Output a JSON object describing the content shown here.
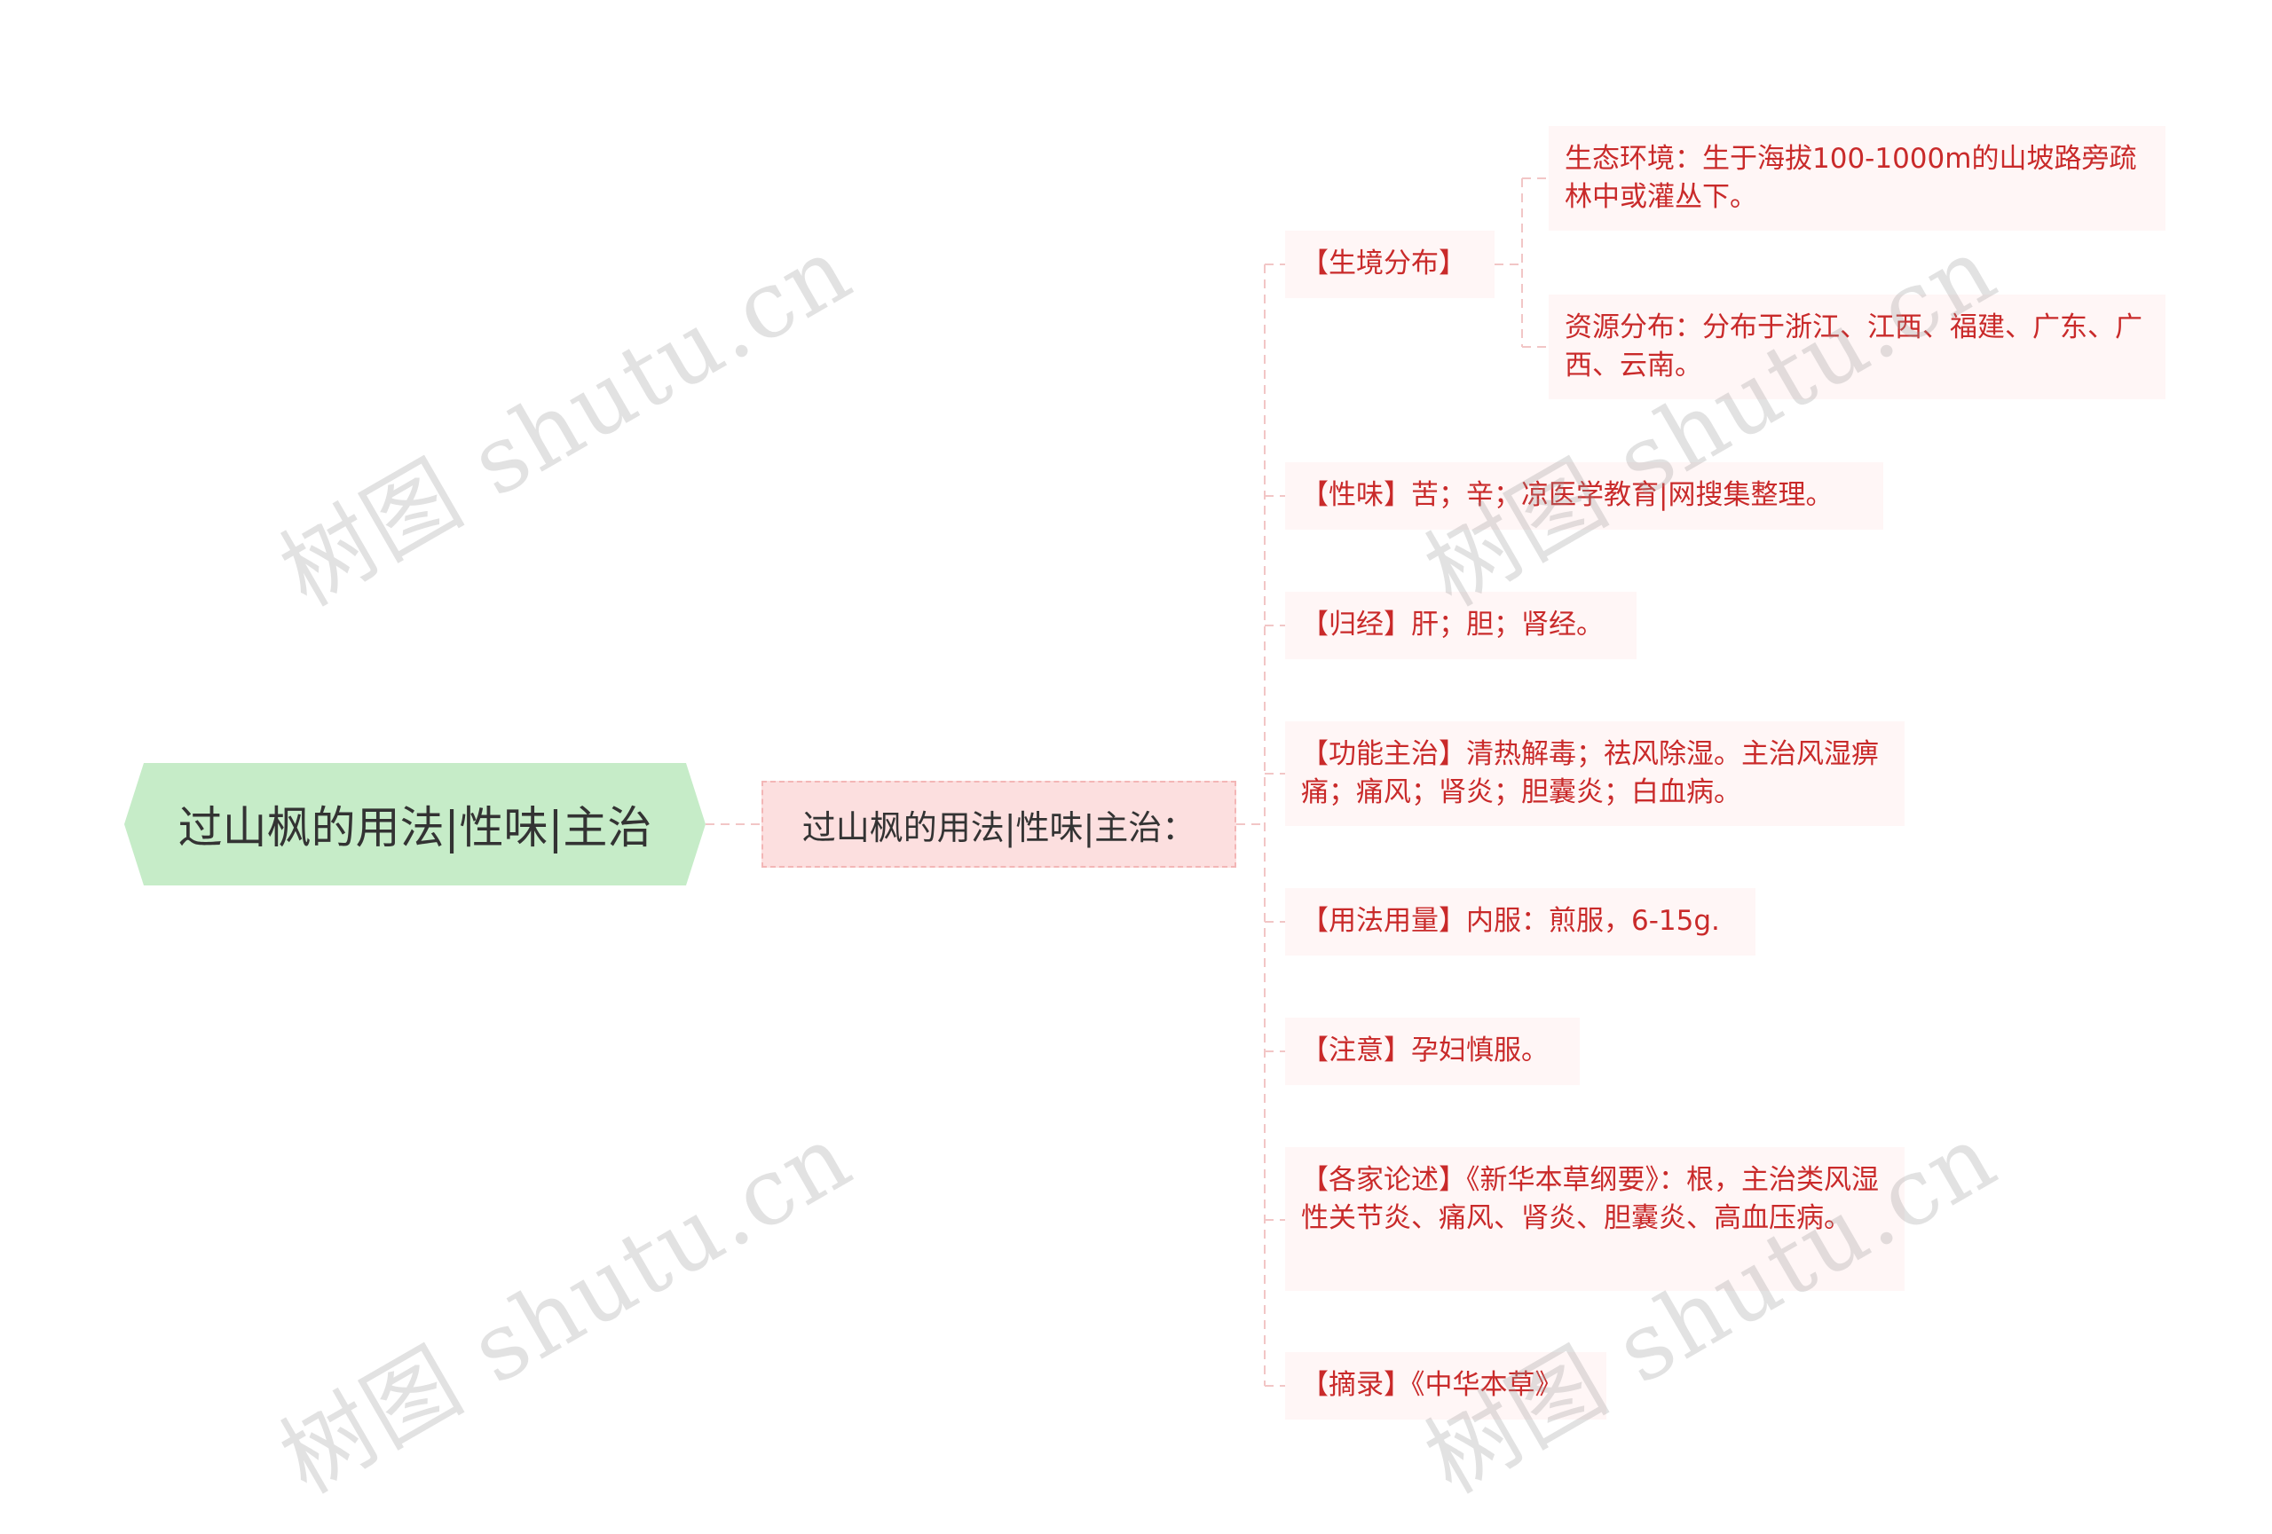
{
  "root": {
    "label": "过山枫的用法|性味|主治"
  },
  "main": {
    "label": "过山枫的用法|性味|主治："
  },
  "branches": [
    {
      "label": "【生境分布】",
      "children": [
        {
          "label": "生态环境：生于海拔100-1000m的山坡路旁疏林中或灌丛下。"
        },
        {
          "label": "资源分布：分布于浙江、江西、福建、广东、广西、云南。"
        }
      ]
    },
    {
      "label": "【性味】苦；辛；凉医学教育|网搜集整理。"
    },
    {
      "label": "【归经】肝；胆；肾经。"
    },
    {
      "label": "【功能主治】清热解毒；祛风除湿。主治风湿痹痛；痛风；肾炎；胆囊炎；白血病。"
    },
    {
      "label": "【用法用量】内服：煎服，6-15g."
    },
    {
      "label": "【注意】孕妇慎服。"
    },
    {
      "label": "【各家论述】《新华本草纲要》：根，主治类风湿性关节炎、痛风、肾炎、胆囊炎、高血压病。"
    },
    {
      "label": "【摘录】《中华本草》"
    }
  ],
  "watermark": {
    "text": "树图 shutu.cn"
  },
  "colors": {
    "root_fill": "#c6ecc8",
    "main_fill": "#fcdfdf",
    "leaf_fill": "#fff6f6",
    "leaf_text": "#c92a2a",
    "connector": "#f2c6c6"
  }
}
